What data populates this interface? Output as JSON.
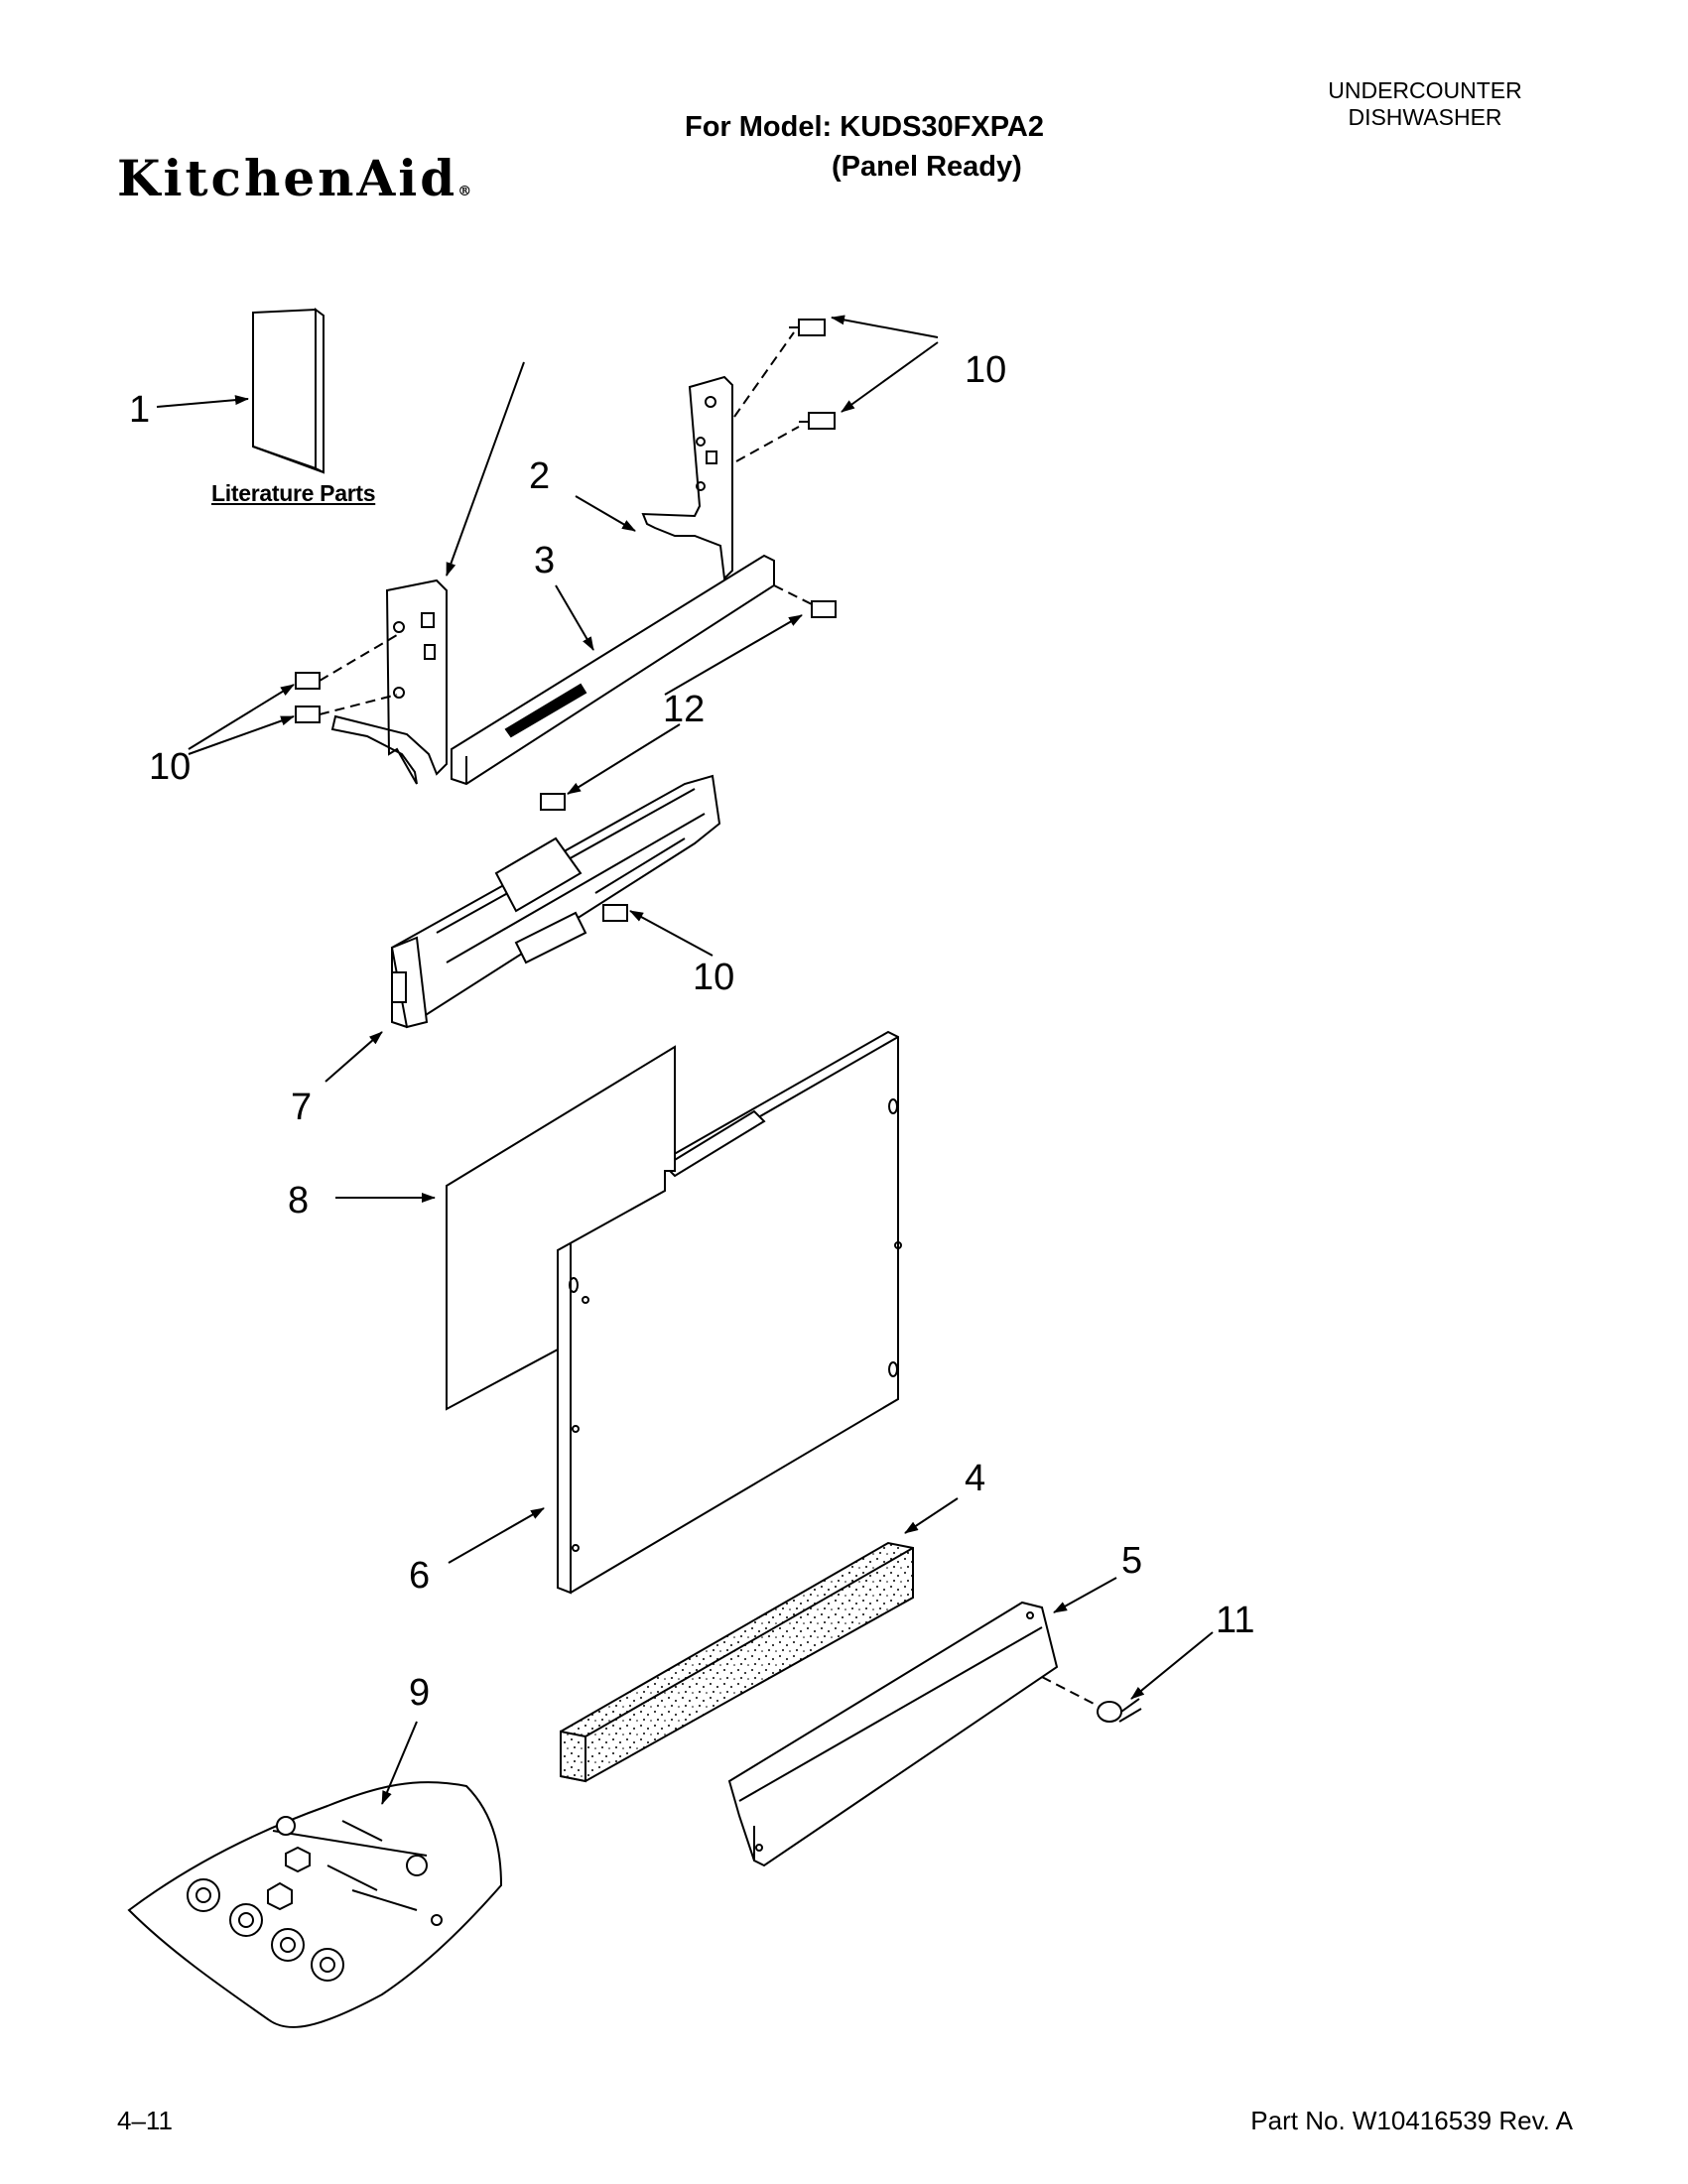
{
  "header": {
    "brand": "KitchenAid",
    "brand_mark": "®",
    "model_line": "For Model: KUDS30FXPA2",
    "model_variant": "(Panel Ready)",
    "category_line1": "UNDERCOUNTER",
    "category_line2": "DISHWASHER"
  },
  "diagram": {
    "literature_label": "Literature Parts",
    "callouts": {
      "c1": "1",
      "c2": "2",
      "c3": "3",
      "c4": "4",
      "c5": "5",
      "c6": "6",
      "c7": "7",
      "c8": "8",
      "c9": "9",
      "c10a": "10",
      "c10b": "10",
      "c10c": "10",
      "c11": "11",
      "c12": "12"
    }
  },
  "footer": {
    "page": "4–11",
    "part_number": "Part No. W10416539 Rev. A"
  }
}
